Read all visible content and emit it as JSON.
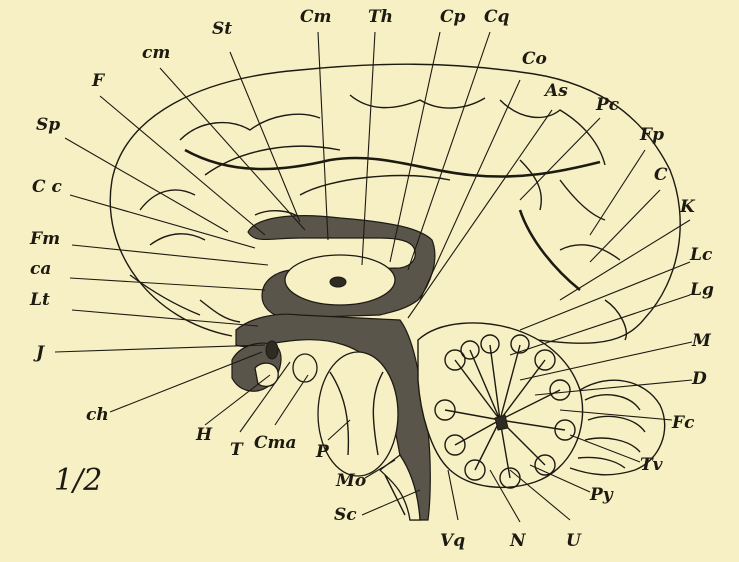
{
  "figure": {
    "scale": "1/2",
    "labels": {
      "St": "St",
      "Cm": "Cm",
      "Th": "Th",
      "Cp": "Cp",
      "Cq": "Cq",
      "cm": "cm",
      "Co": "Co",
      "F": "F",
      "As": "As",
      "Pc": "Pc",
      "Sp": "Sp",
      "Fp": "Fp",
      "Cc": "C c",
      "C": "C",
      "K": "K",
      "Fm": "Fm",
      "ca": "ca",
      "Lc": "Lc",
      "Lt": "Lt",
      "Lg": "Lg",
      "J": "J",
      "M": "M",
      "D": "D",
      "ch": "ch",
      "Fc": "Fc",
      "H": "H",
      "T": "T",
      "Cma": "Cma",
      "P": "P",
      "Tv": "Tv",
      "Mo": "Mo",
      "Py": "Py",
      "Sc": "Sc",
      "Vq": "Vq",
      "N": "N",
      "U": "U"
    }
  }
}
